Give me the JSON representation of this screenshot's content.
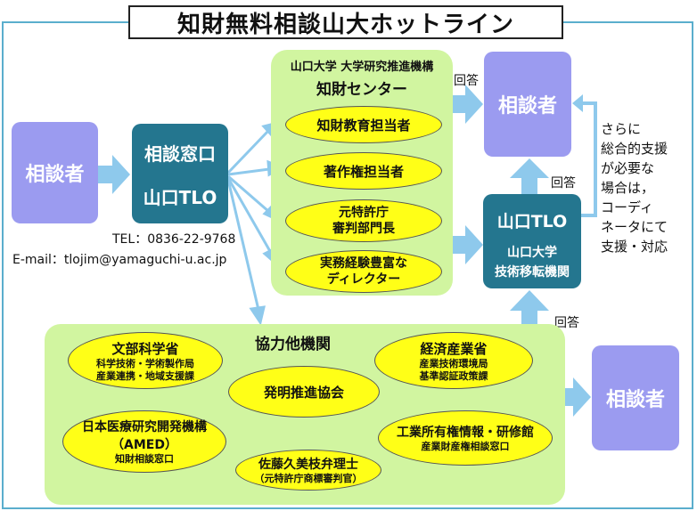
{
  "title": "知財無料相談山大ホットライン",
  "consultant_label": "相談者",
  "window": {
    "line1": "相談窓口",
    "line2": "山口TLO",
    "tel": "TEL：0836-22-9768",
    "email": "E-mail：tlojim@yamaguchi-u.ac.jp"
  },
  "center": {
    "header1": "山口大学 大学研究推進機構",
    "header2": "知財センター",
    "staff": [
      {
        "lines": [
          "知財教育担当者"
        ]
      },
      {
        "lines": [
          "著作権担当者"
        ]
      },
      {
        "lines": [
          "元特許庁",
          "審判部門長"
        ]
      },
      {
        "lines": [
          "実務経験豊富な",
          "ディレクター"
        ]
      }
    ]
  },
  "tlo": {
    "line1": "山口TLO",
    "line2": "山口大学",
    "line3": "技術移転機関"
  },
  "answer_label": "回答",
  "note": [
    "さらに",
    "総合的支援",
    "が必要な",
    "場合は，",
    "コーディ",
    "ネータにて",
    "支援・対応"
  ],
  "partners": {
    "title": "協力他機関",
    "monbu": {
      "name": "文部科学省",
      "sub1": "科学技術・学術製作局",
      "sub2": "産業連携・地域支援課"
    },
    "keizai": {
      "name": "経済産業省",
      "sub1": "産業技術環境局",
      "sub2": "基準認証政策課"
    },
    "hatsumei": {
      "name": "発明推進協会"
    },
    "amed": {
      "name1": "日本医療研究開発機構",
      "name2": "（AMED）",
      "sub": "知財相談窓口"
    },
    "kogyo": {
      "name": "工業所有権情報・研修館",
      "sub": "産業財産権相談窓口"
    },
    "sato": {
      "name": "佐藤久美枝弁理士",
      "sub": "（元特許庁商標審判官）"
    }
  },
  "colors": {
    "consultant": "#9b9bf0",
    "tlo": "#24768f",
    "green_panel": "#d1f5a0",
    "ellipse": "#ffff17",
    "arrow": "#8ec9ec",
    "frame": "#5aaecd"
  }
}
